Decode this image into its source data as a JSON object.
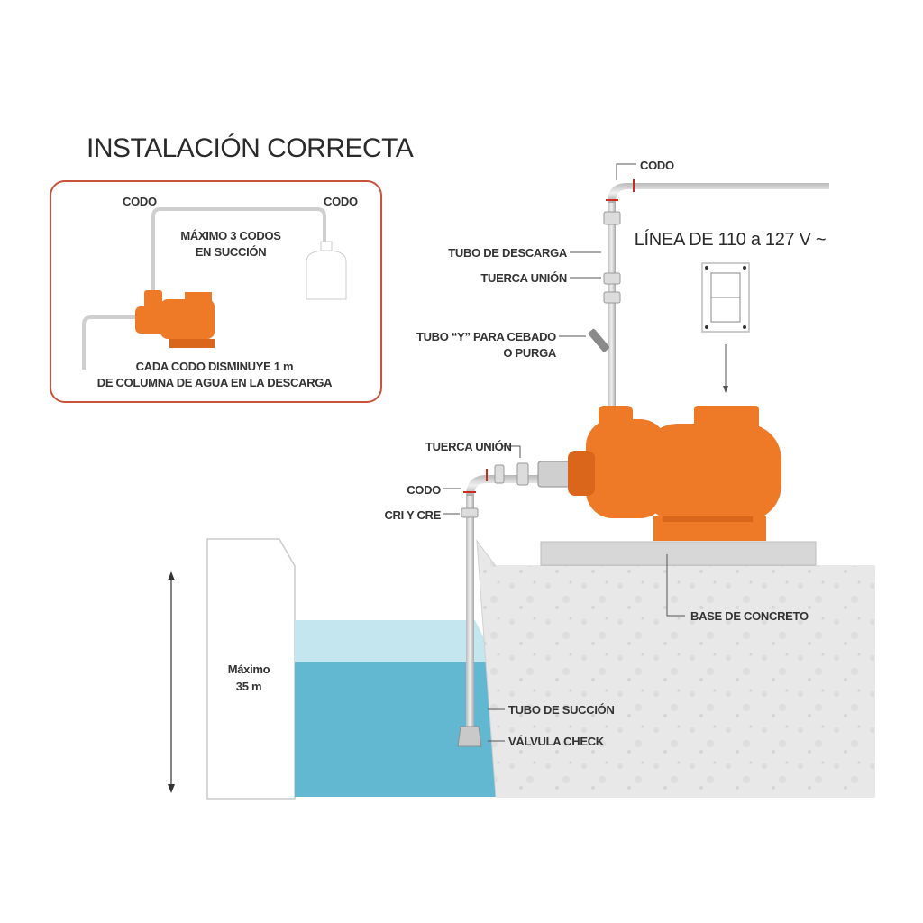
{
  "title": "INSTALACIÓN CORRECTA",
  "inset": {
    "elbow_left": "CODO",
    "elbow_right": "CODO",
    "max_elbows_line1": "MÁXIMO 3 CODOS",
    "max_elbows_line2": "EN SUCCIÓN",
    "note_line1": "CADA CODO  DISMINUYE 1 m",
    "note_line2": "DE COLUMNA DE AGUA EN LA DESCARGA"
  },
  "labels": {
    "codo_top": "CODO",
    "tubo_descarga": "TUBO DE DESCARGA",
    "tuerca_union_top": "TUERCA UNIÓN",
    "tubo_y_line1": "TUBO “Y” PARA CEBADO",
    "tubo_y_line2": "O PURGA",
    "tuerca_union_side": "TUERCA UNIÓN",
    "codo_side": "CODO",
    "cri_cre": "CRI Y CRE",
    "base_concreto": "BASE DE CONCRETO",
    "tubo_succion": "TUBO DE SUCCIÓN",
    "valvula_check": "VÁLVULA CHECK",
    "maximo_line1": "Máximo",
    "maximo_line2": "35 m",
    "voltage": "LÍNEA DE 110 a 127 V ~"
  },
  "colors": {
    "pump_orange": "#ee7a28",
    "pump_dark": "#d9661a",
    "water": "#62b8d0",
    "water_top": "#c4e6ef",
    "concrete": "#e6e6e6",
    "inset_border": "#c8533a",
    "accent_red": "#cc2a1f"
  }
}
